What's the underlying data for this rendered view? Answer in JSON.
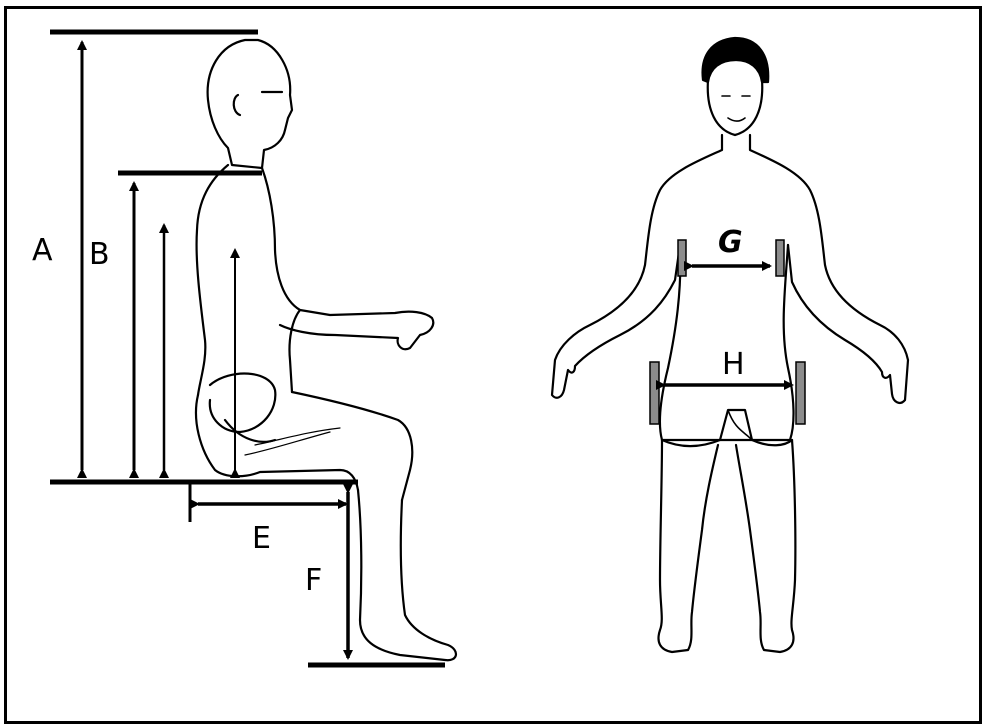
{
  "labels": {
    "a": "A",
    "b": "B",
    "e": "E",
    "f": "F",
    "g": "G",
    "h": "H"
  },
  "colors": {
    "ink": "#000000",
    "paper": "#ffffff",
    "hip_marker": "#8c8c8c"
  }
}
